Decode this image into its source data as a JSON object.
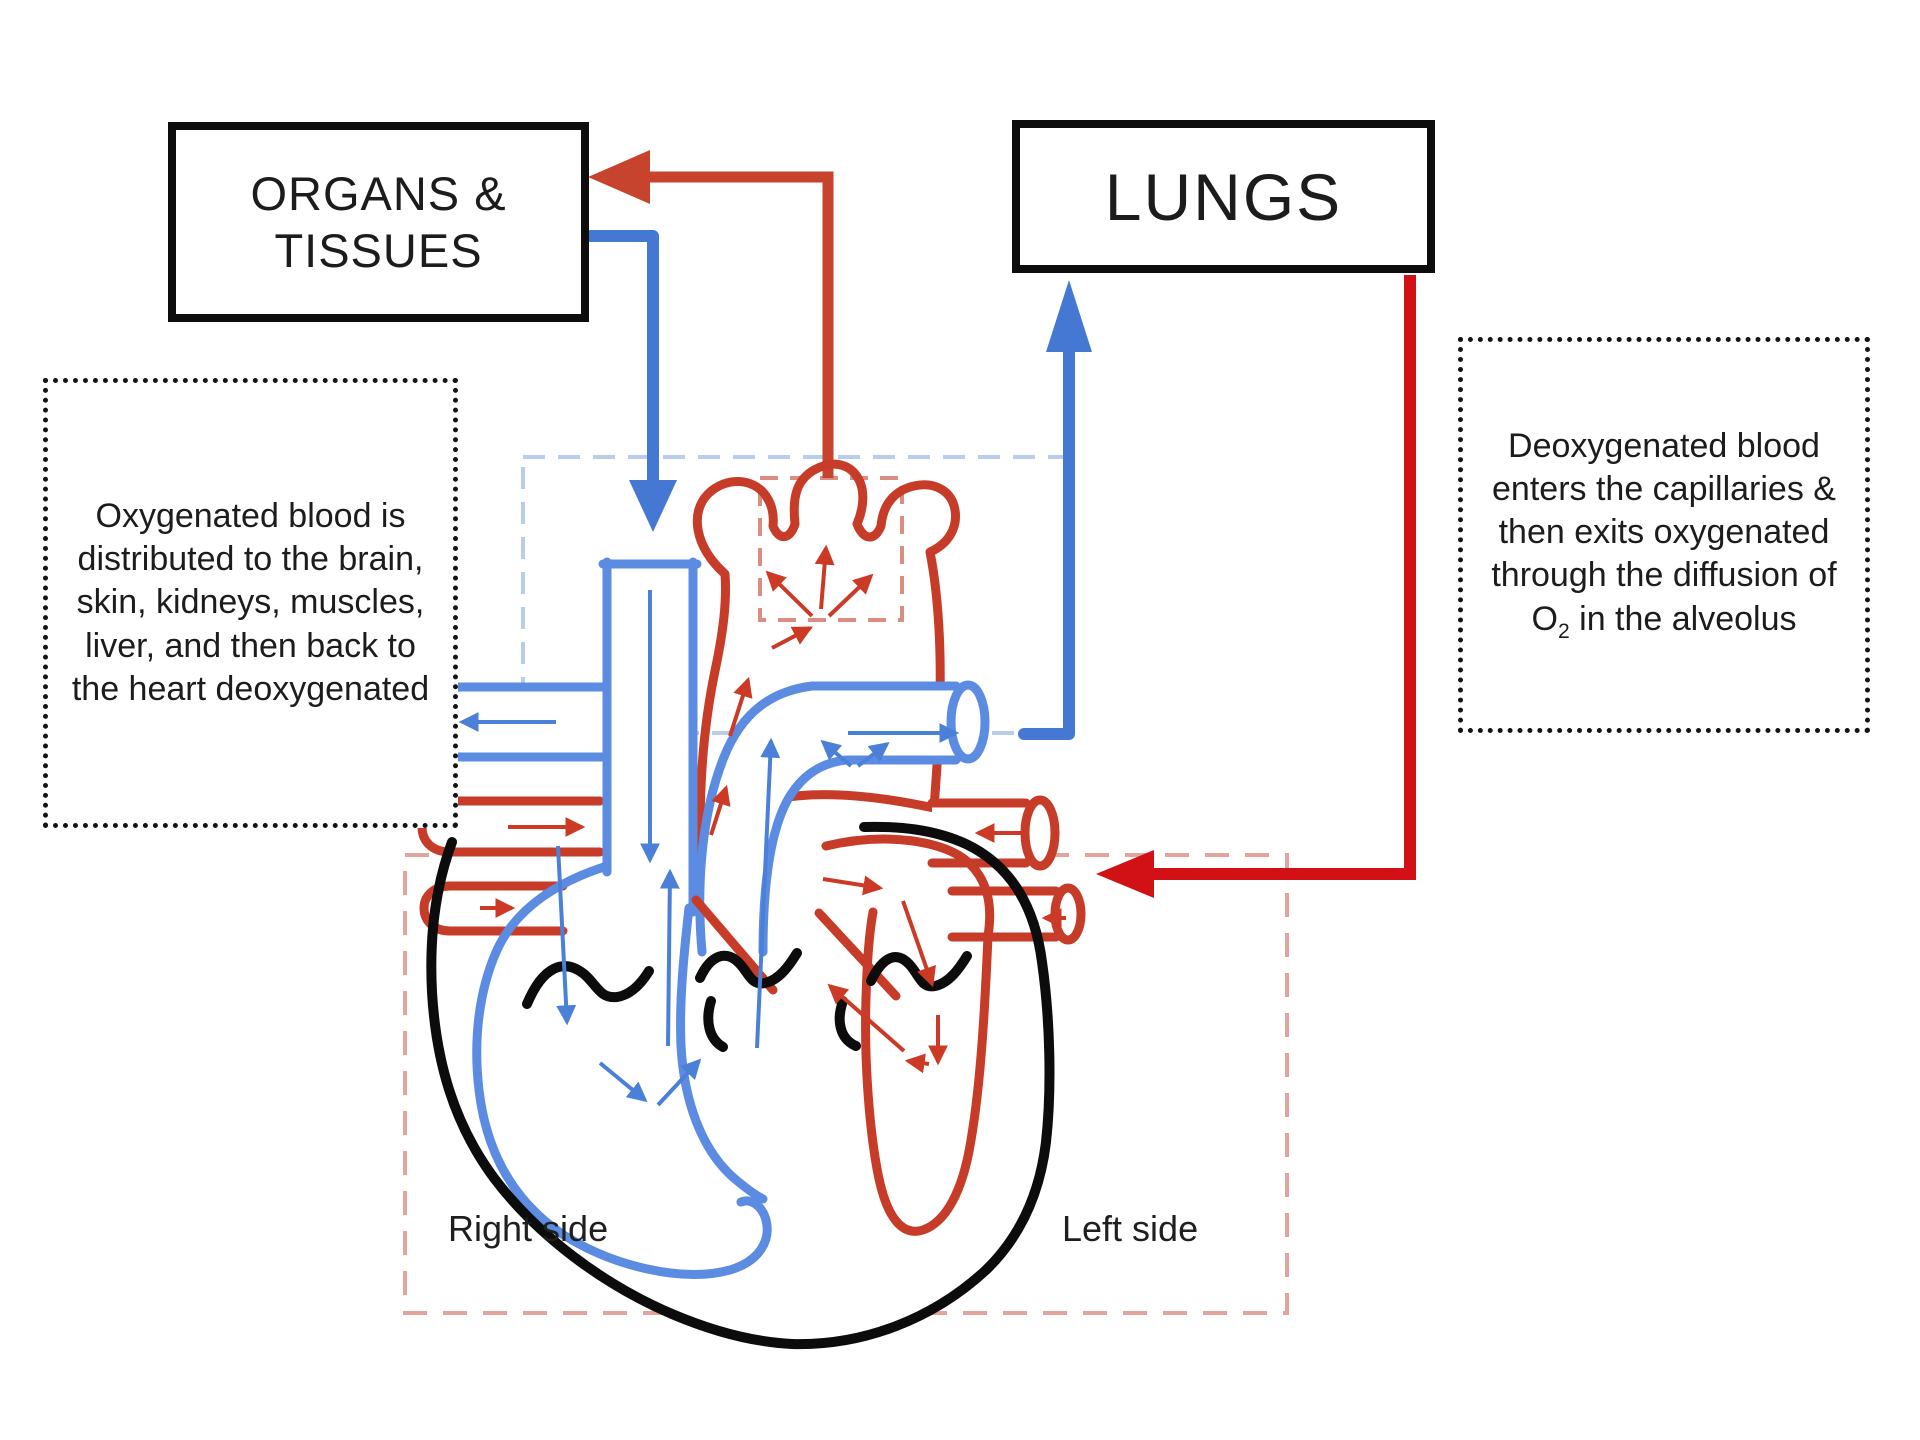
{
  "boxes": {
    "organs": {
      "line1": "ORGANS &",
      "line2": "TISSUES"
    },
    "lungs": {
      "label": "LUNGS"
    }
  },
  "notes": {
    "left": {
      "text": "Oxygenated blood is distributed to the brain, skin, kidneys, muscles, liver, and then back to the heart deoxygenated"
    },
    "right": {
      "part1": "Deoxygenated blood enters the capillaries & then exits oxygenated through the diffusion of O",
      "subscript": "2",
      "part2": " in the alveolus"
    }
  },
  "labels": {
    "right_side": "Right side",
    "left_side": "Left side"
  },
  "colors": {
    "box_border": "#0d0d0d",
    "text": "#1c1c1c",
    "red_arrow_organs": "#c7432e",
    "red_arrow_lungs": "#d21117",
    "blue_arrow": "#4478d3",
    "vessel_red": "#c63c28",
    "vessel_blue": "#5b8ce1",
    "thin_red": "#cc3a26",
    "thin_blue": "#4a80d8",
    "dashed_blue": "#b8cdeb",
    "dashed_pink": "#e2a49c",
    "dashed_red": "#dc8d82",
    "heart_outline": "#0c0c0c"
  }
}
